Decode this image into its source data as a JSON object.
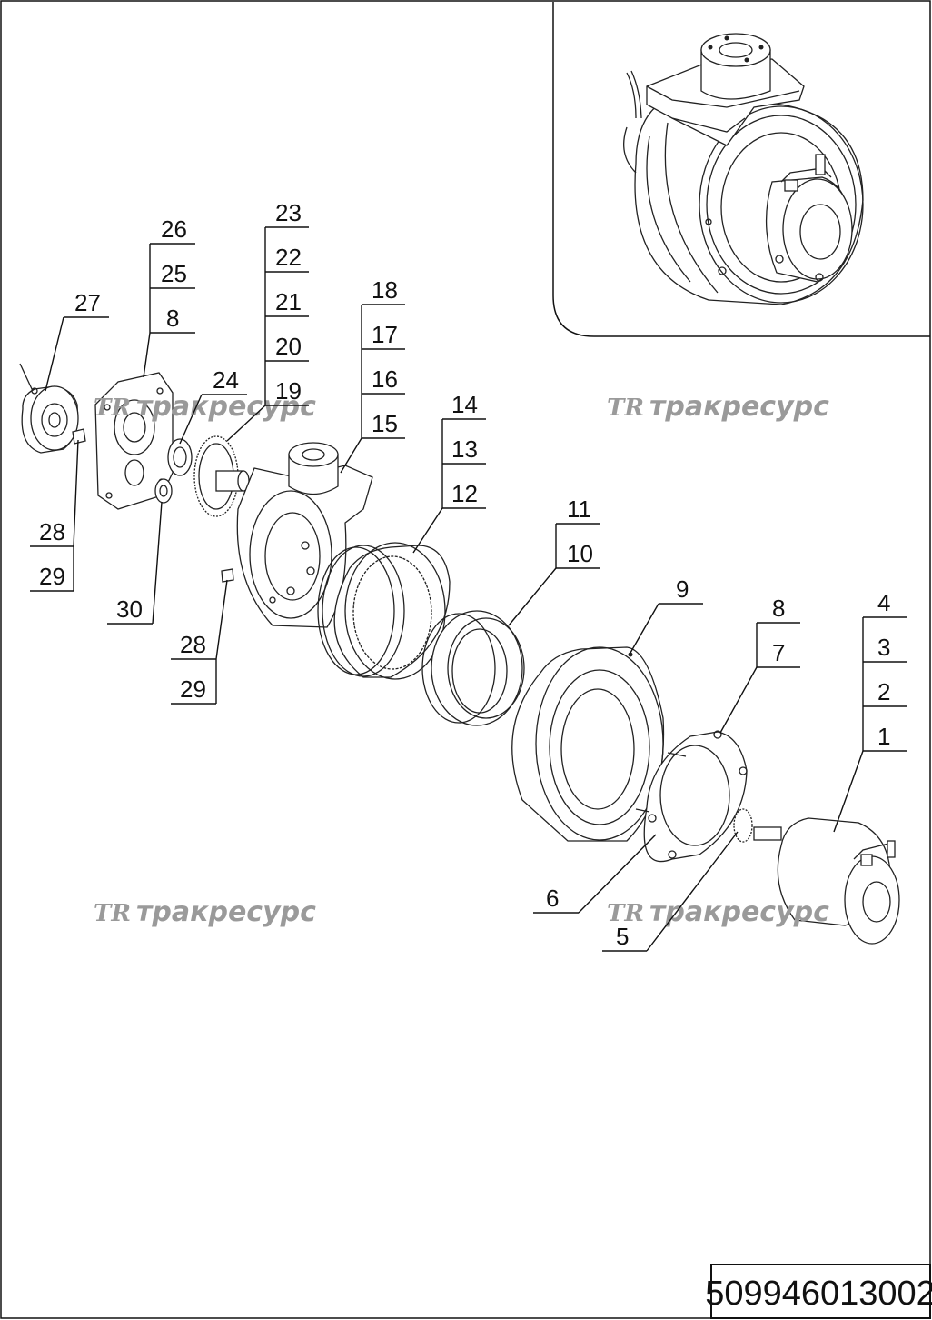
{
  "callouts": {
    "c27": "27",
    "c26": "26",
    "c25": "25",
    "c8a": "8",
    "c24": "24",
    "c23": "23",
    "c22": "22",
    "c21": "21",
    "c20": "20",
    "c19": "19",
    "c18": "18",
    "c17": "17",
    "c16": "16",
    "c15": "15",
    "c14": "14",
    "c13": "13",
    "c12": "12",
    "c11": "11",
    "c10": "10",
    "c9": "9",
    "c8b": "8",
    "c7": "7",
    "c4": "4",
    "c3": "3",
    "c2": "2",
    "c1": "1",
    "c28a": "28",
    "c29a": "29",
    "c30": "30",
    "c28b": "28",
    "c29b": "29",
    "c6": "6",
    "c5": "5"
  },
  "watermark": {
    "logo": "TR",
    "text": "тракресурс"
  },
  "document_number": "509946013002"
}
